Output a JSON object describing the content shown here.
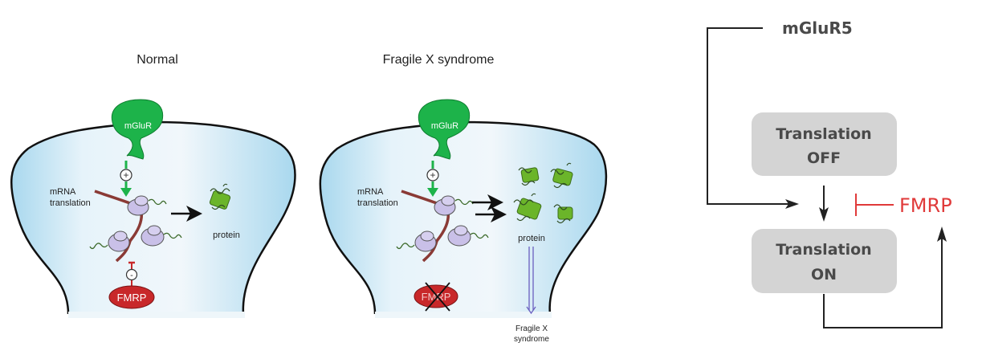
{
  "panels": [
    {
      "title": "Normal",
      "receptor_label": "mGluR",
      "activation_sign": "+",
      "mrna_label_line1": "mRNA",
      "mrna_label_line2": "translation",
      "product_label": "protein",
      "repressor_label": "FMRP",
      "repressor_sign": "-"
    },
    {
      "title": "Fragile X syndrome",
      "receptor_label": "mGluR",
      "activation_sign": "+",
      "mrna_label_line1": "mRNA",
      "mrna_label_line2": "translation",
      "product_label": "protein",
      "repressor_label": "FMRP",
      "outcome_line1": "Fragile X",
      "outcome_line2": "syndrome"
    }
  ],
  "flowchart": {
    "input_label": "mGluR5",
    "state_off_line1": "Translation",
    "state_off_line2": "OFF",
    "state_on_line1": "Translation",
    "state_on_line2": "ON",
    "inhibitor_label": "FMRP"
  },
  "colors": {
    "receptor_green": "#1db34a",
    "fmrp_red": "#c8282a",
    "inhibitor_red": "#e03a3a",
    "state_box_gray": "#d4d4d4",
    "cell_blue": "#bfe3f2",
    "ribosome_purple": "#c9c0e8",
    "protein_green": "#6bb52a"
  }
}
